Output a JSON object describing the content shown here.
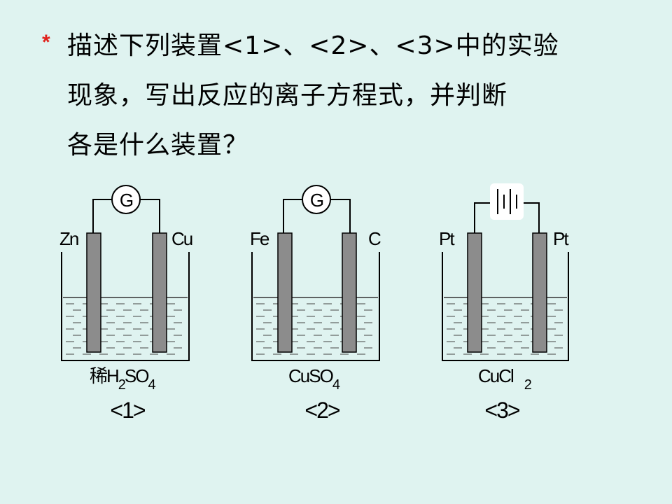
{
  "question": {
    "bullet": "*",
    "lines": [
      "描述下列装置<1>、<2>、<3>中的实验",
      "现象，写出反应的离子方程式，并判断",
      "各是什么装置？"
    ]
  },
  "devices": [
    {
      "meter": "G",
      "left_electrode": "Zn",
      "right_electrode": "Cu",
      "solution_prefix": "稀",
      "solution_parts": [
        "H",
        "2",
        "SO",
        "4"
      ],
      "number": "<1>"
    },
    {
      "meter": "G",
      "left_electrode": "Fe",
      "right_electrode": "C",
      "solution_parts": [
        "CuSO",
        "4"
      ],
      "number": "<2>"
    },
    {
      "meter": "battery-icon",
      "left_electrode": "Pt",
      "right_electrode": "Pt",
      "solution_parts": [
        "CuCl",
        "2"
      ],
      "number": "<3>"
    }
  ],
  "colors": {
    "background": "#dff3f0",
    "bullet": "#e0211b",
    "electrode": "#8c8c8c",
    "liquid_line": "#333333"
  }
}
